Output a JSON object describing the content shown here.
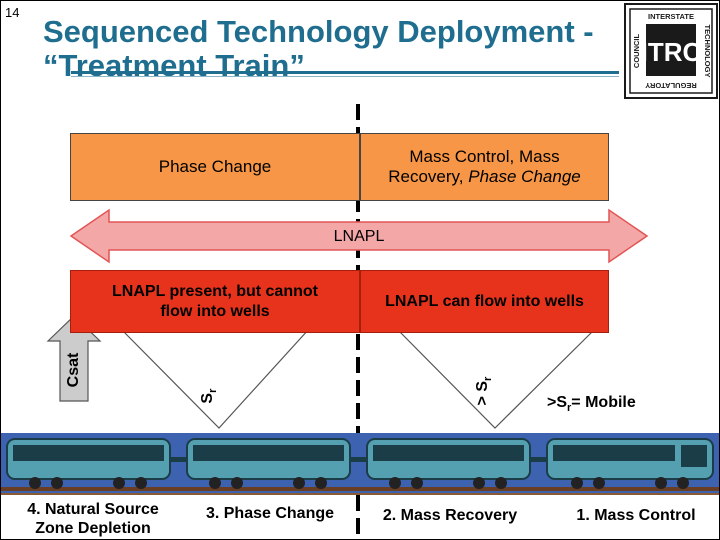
{
  "slide": {
    "page_number": "14",
    "title_line1": "Sequenced Technology Deployment -",
    "title_line2": "“Treatment Train”"
  },
  "logo": {
    "center_text": "ITRC",
    "ring_top": "INTERSTATE",
    "ring_right": "TECHNOLOGY",
    "ring_bottom": "REGULATORY",
    "ring_left": "COUNCIL"
  },
  "boxes": {
    "phase_change": "Phase Change",
    "mass_control_line1": "Mass Control, Mass",
    "mass_control_line2a": "Recovery, ",
    "mass_control_line2b": "Phase Change",
    "lnapl_arrow": "LNAPL",
    "present_cannot_line1": "LNAPL present, but cannot",
    "present_cannot_line2": "flow into wells",
    "can_flow": "LNAPL can flow into wells"
  },
  "labels": {
    "csat": "Csat",
    "sr_main": "S",
    "sr_sub": "r",
    "gt_sr_prefix": "> S",
    "gt_sr_sub": "r",
    "mobile_prefix": ">S",
    "mobile_sub": "r",
    "mobile_suffix": "= Mobile"
  },
  "steps": [
    {
      "line1": "4. Natural Source",
      "line2": "Zone Depletion"
    },
    {
      "line1": "3. Phase Change",
      "line2": ""
    },
    {
      "line1": "2. Mass Recovery",
      "line2": ""
    },
    {
      "line1": "1. Mass Control",
      "line2": ""
    }
  ],
  "colors": {
    "title": "#1f6e8f",
    "orange": "#f79646",
    "red": "#e8331c",
    "arrow_pink": "#f3a7a7",
    "track_blue": "#3d63b0",
    "train": "#55a0b0"
  }
}
